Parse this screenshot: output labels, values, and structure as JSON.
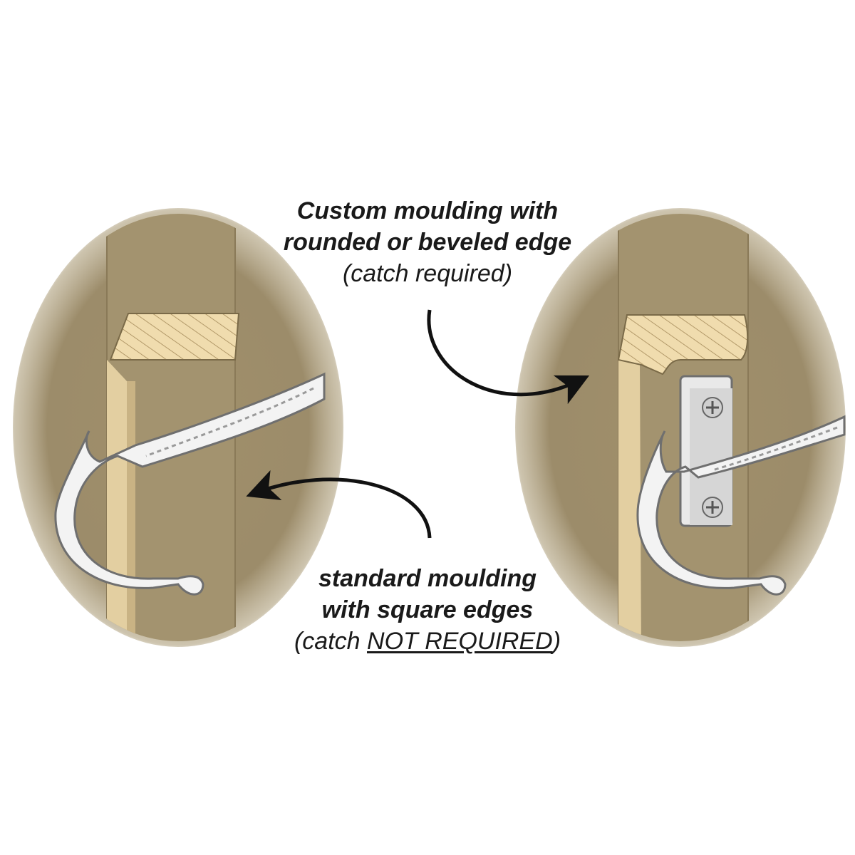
{
  "labels": {
    "custom": {
      "line1": "Custom moulding with",
      "line2": "rounded or beveled edge",
      "note": "(catch required)"
    },
    "standard": {
      "line1": "standard moulding",
      "line2": "with square edges",
      "note_prefix": "(catch ",
      "note_emphasis": "NOT REQUIRED",
      "note_suffix": ")"
    }
  },
  "colors": {
    "wall": "#9c8c6a",
    "moulding": "#e3cfa1",
    "moulding_shadow": "#c9b384",
    "cut_face": "#f0dcae",
    "hook": "#f3f3f3",
    "hook_outline": "#6f6f6f",
    "catch": "#e9e9e9",
    "arrow": "#111111",
    "text": "#1a1a1a"
  },
  "icons": {
    "arrow": "curved-arrow-icon",
    "screw": "phillips-screw-icon"
  }
}
